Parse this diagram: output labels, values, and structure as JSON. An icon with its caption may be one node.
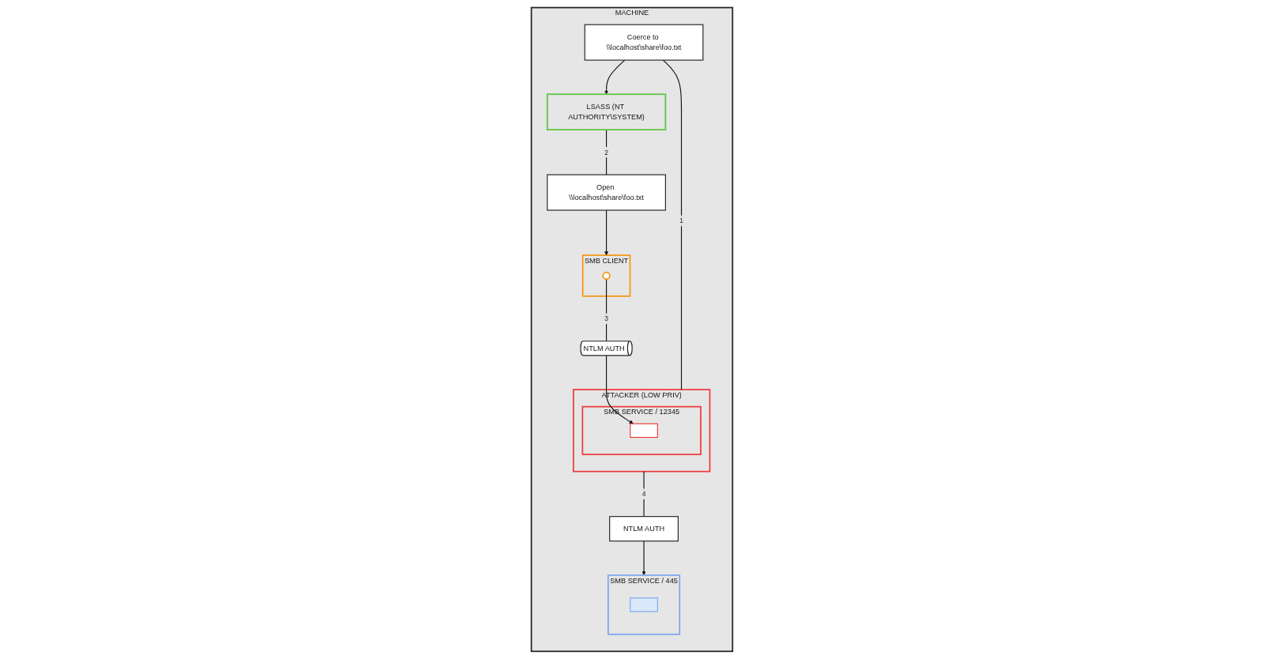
{
  "diagram": {
    "nodes": [
      {
        "text": [
          "MACHINE"
        ]
      },
      {
        "text": [
          "LSASS (NT AUTHORITY\\SYSTEM)"
        ],
        "in": 0
      },
      {
        "text": [
          "Open \\\\localhost\\share\\foo.txt"
        ],
        "in": 0
      },
      {
        "text": [
          "Coerce to \\\\localhost\\share\\foo.txt"
        ],
        "in": 0
      },
      {
        "text": [
          "SMB CLIENT"
        ],
        "in": 0
      },
      {
        "text": [],
        "shape": "person",
        "in": 4
      },
      {
        "text": [
          "ATTACKER (LOW PRIV)"
        ],
        "in": 0
      },
      {
        "text": [
          "SMB SERVICE / 12345"
        ],
        "in": 6
      },
      {
        "text": [],
        "shape": "box",
        "in": 7
      },
      {
        "text": [
          "NTLM AUTH"
        ],
        "in": 0
      },
      {
        "text": [
          "NTLM AUTH"
        ],
        "in": 0
      },
      {
        "text": [
          "SMB SERVICE / 445"
        ],
        "in": 0
      },
      {
        "text": [],
        "shape": "box",
        "in": 11
      }
    ],
    "edges": [
      {
        "from": 6,
        "to": 3,
        "arrow": "none",
        "label": "1"
      },
      {
        "from": 3,
        "to": 1,
        "arrow": "to"
      },
      {
        "from": 1,
        "to": 2,
        "arrow": "none",
        "label": "2"
      },
      {
        "from": 2,
        "to": 4,
        "arrow": "to"
      },
      {
        "from": 5,
        "to": 9,
        "arrow": "none",
        "label": "3"
      },
      {
        "from": 9,
        "to": 8,
        "arrow": "to"
      },
      {
        "from": 6,
        "to": 10,
        "arrow": "none",
        "label": "4"
      },
      {
        "from": 10,
        "to": 11,
        "arrow": "to"
      }
    ]
  }
}
